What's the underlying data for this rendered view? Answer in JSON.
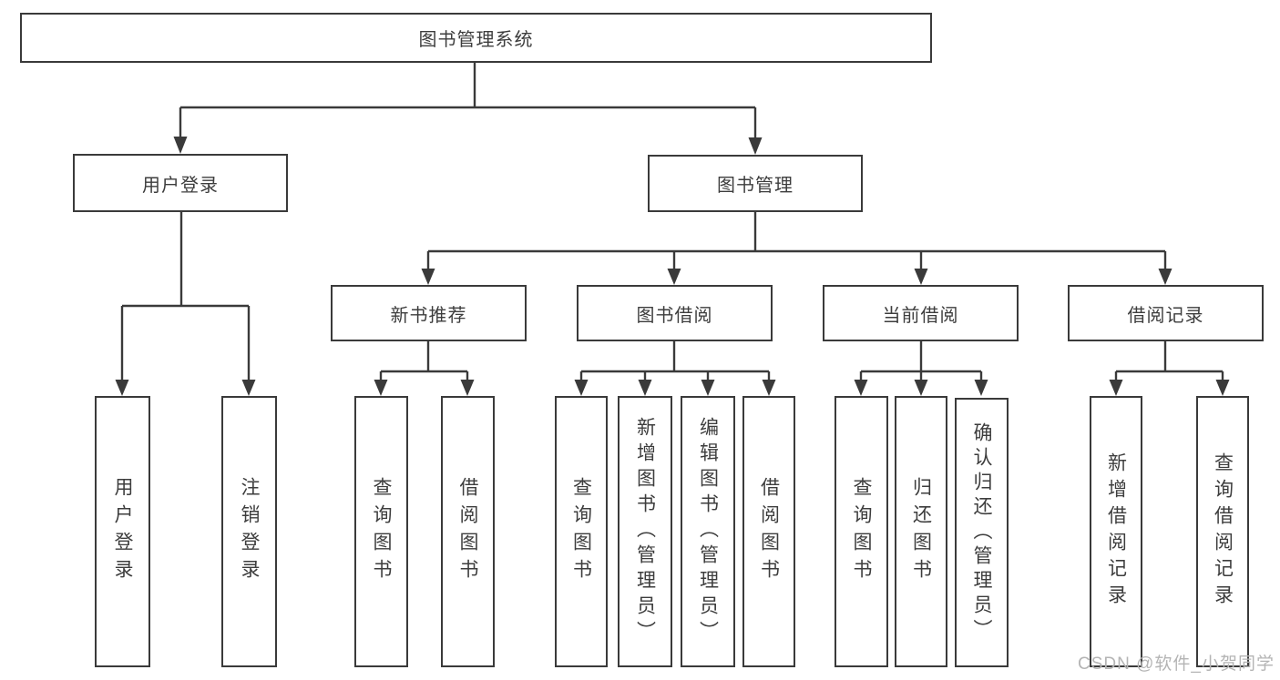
{
  "diagram": {
    "title_node": "图书管理系统",
    "branches": {
      "user_login": {
        "label": "用户登录",
        "children": [
          "用户登录",
          "注销登录"
        ]
      },
      "book_management": {
        "label": "图书管理",
        "sections": {
          "new_book_recommend": {
            "label": "新书推荐",
            "children": [
              "查询图书",
              "借阅图书"
            ]
          },
          "book_borrow": {
            "label": "图书借阅",
            "children": [
              "查询图书",
              "新增图书（管理员）",
              "编辑图书（管理员）",
              "借阅图书"
            ]
          },
          "current_borrow": {
            "label": "当前借阅",
            "children": [
              "查询图书",
              "归还图书",
              "确认归还（管理员）"
            ]
          },
          "borrow_records": {
            "label": "借阅记录",
            "children": [
              "新增借阅记录",
              "查询借阅记录"
            ]
          }
        }
      }
    },
    "watermark": "CSDN @软件_小贺同学",
    "colors": {
      "line": "#3a3a3a",
      "text": "#3d3d3d",
      "background": "#ffffff",
      "watermark": "#b4b4b4"
    }
  }
}
